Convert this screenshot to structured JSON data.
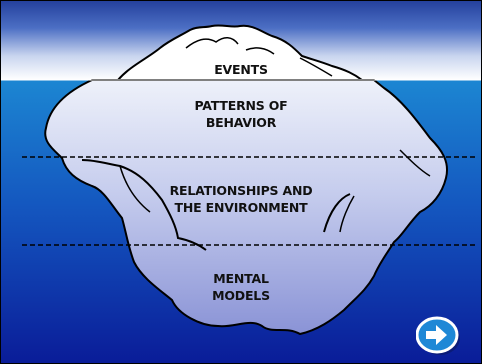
{
  "diagram": {
    "layers": [
      {
        "id": "events",
        "lines": [
          "EVENTS"
        ]
      },
      {
        "id": "patterns",
        "lines": [
          "PATTERNS OF",
          "BEHAVIOR"
        ]
      },
      {
        "id": "relationships",
        "lines": [
          "RELATIONSHIPS AND",
          "THE ENVIRONMENT"
        ]
      },
      {
        "id": "models",
        "lines": [
          "MENTAL",
          "MODELS"
        ]
      }
    ]
  },
  "colors": {
    "sky": "#2c4faa",
    "water_top": "#1c82d0",
    "water_bottom": "#0a1e9a",
    "ice_top": "#e9edf8",
    "ice_bottom": "#8f98d8",
    "button": "#1e88d6"
  },
  "nav": {
    "next_icon": "right-arrow-icon"
  }
}
